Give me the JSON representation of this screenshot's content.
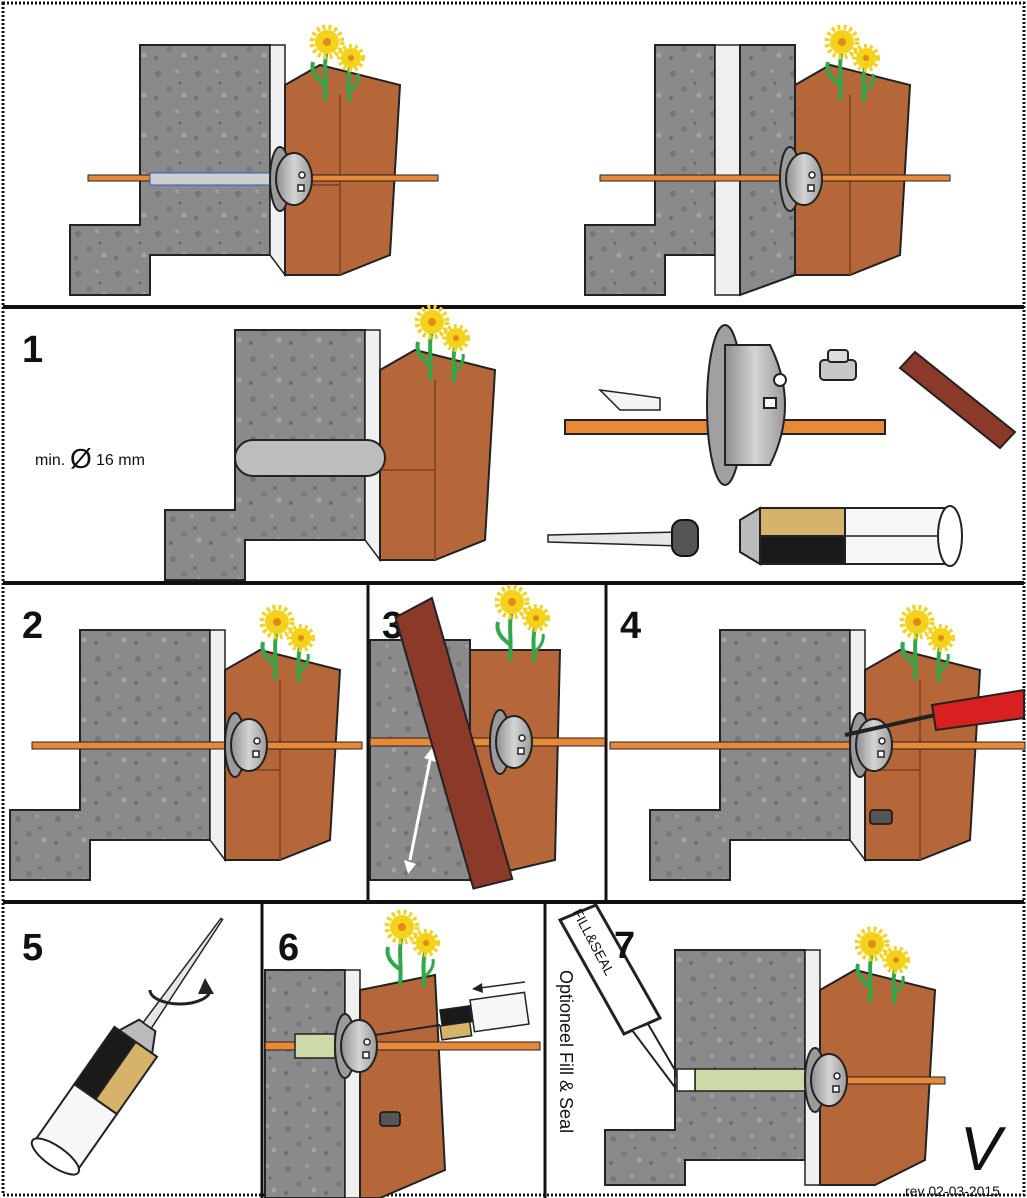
{
  "steps": {
    "s1": "1",
    "s2": "2",
    "s3": "3",
    "s4": "4",
    "s5": "5",
    "s6": "6",
    "s7": "7"
  },
  "labels": {
    "min_diameter": "min.",
    "diameter_symbol": "Ø",
    "diameter_value": "16 mm",
    "fill_seal_tube": "FILL&SEAL",
    "optional_fill": "Optioneel Fill & Seal",
    "checkmark": "V",
    "revision": "rev 02-03-2015"
  },
  "colors": {
    "stone": "#8c8c8c",
    "stone_light": "#a8a8a8",
    "brick": "#b5673a",
    "brick_dark": "#8a4a26",
    "insulation": "#eeeeee",
    "rod": "#e8893a",
    "anchor": "#b4b4b4",
    "flower": "#f5d21a",
    "leaf": "#2fa84a",
    "screwdriver": "#d82020",
    "check": "#2a9a2a",
    "plank": "#8b3a2a"
  }
}
